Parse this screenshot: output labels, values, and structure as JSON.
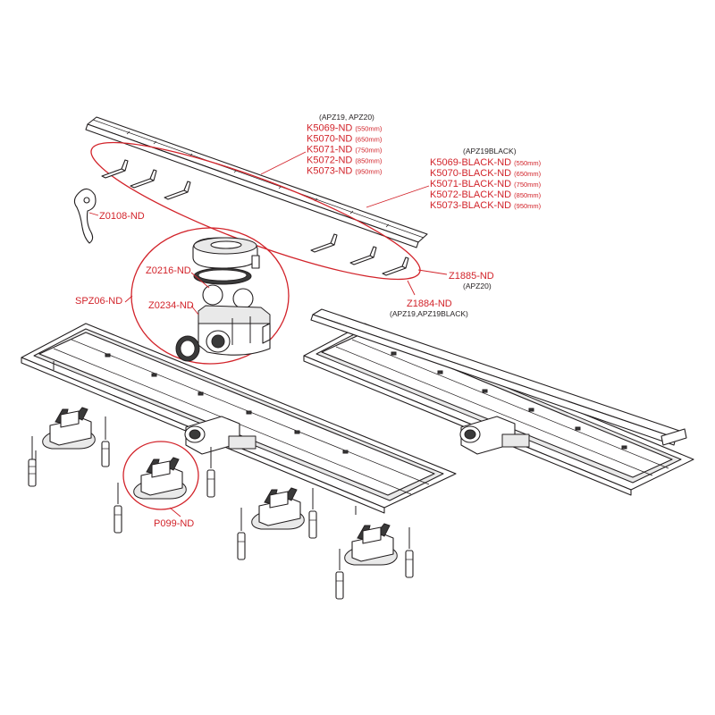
{
  "labels": {
    "apz_group_note": "(APZ19, APZ20)",
    "apz_group": [
      {
        "code": "K5069-ND",
        "size": "(550mm)"
      },
      {
        "code": "K5070-ND",
        "size": "(650mm)"
      },
      {
        "code": "K5071-ND",
        "size": "(750mm)"
      },
      {
        "code": "K5072-ND",
        "size": "(850mm)"
      },
      {
        "code": "K5073-ND",
        "size": "(950mm)"
      }
    ],
    "black_group_note": "(APZ19BLACK)",
    "black_group": [
      {
        "code": "K5069-BLACK-ND",
        "size": "(550mm)"
      },
      {
        "code": "K5070-BLACK-ND",
        "size": "(650mm)"
      },
      {
        "code": "K5071-BLACK-ND",
        "size": "(750mm)"
      },
      {
        "code": "K5072-BLACK-ND",
        "size": "(850mm)"
      },
      {
        "code": "K5073-BLACK-ND",
        "size": "(950mm)"
      }
    ],
    "z0108": "Z0108-ND",
    "z1885": "Z1885-ND",
    "z1885_note": "(APZ20)",
    "z1884": "Z1884-ND",
    "z1884_note": "(APZ19,APZ19BLACK)",
    "z0216": "Z0216-ND",
    "spz06": "SPZ06-ND",
    "z0234": "Z0234-ND",
    "p099": "P099-ND"
  },
  "colors": {
    "callout": "#d2232a",
    "line_art": "#231f20",
    "background": "#ffffff"
  }
}
